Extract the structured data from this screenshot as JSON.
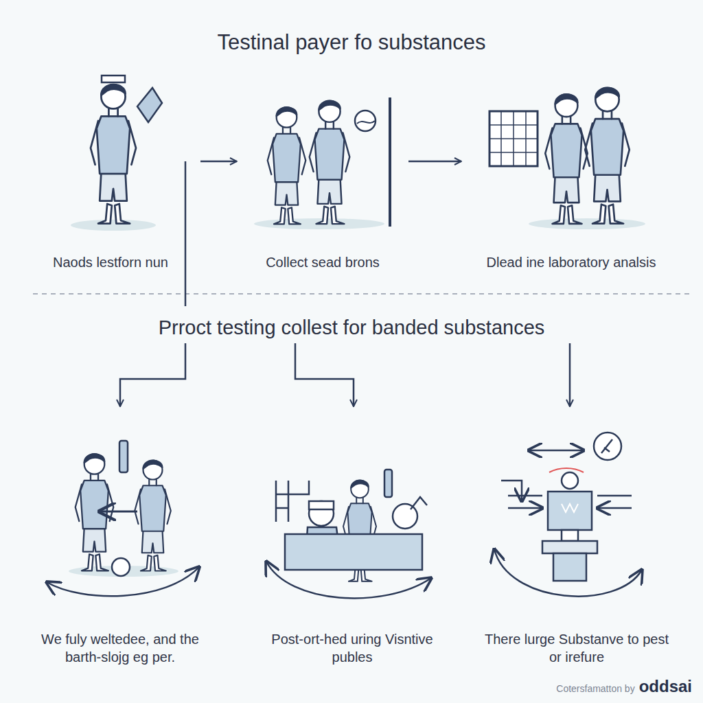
{
  "diagram": {
    "title": "Testinal payer fo substances",
    "nodes": [
      {
        "text": [
          "Naods lestforn nun"
        ]
      },
      {
        "text": [
          "Collect sead brons"
        ]
      },
      {
        "text": [
          "Dlead ine laboratory analsis"
        ]
      },
      {
        "text": [
          "Prroct testing collest for banded substances"
        ]
      },
      {
        "text": [
          "We fuly weltedee, and the barth-slojg eg per."
        ]
      },
      {
        "text": [
          "Post-ort-hed uring Visntive publes"
        ]
      },
      {
        "text": [
          "There lurge Substanve to pest or irefure"
        ]
      }
    ],
    "edges": [
      {
        "from": 0,
        "to": 1,
        "arrow": "to"
      },
      {
        "from": 1,
        "to": 2,
        "arrow": "to"
      },
      {
        "from": 3,
        "to": 4,
        "arrow": "to"
      },
      {
        "from": 3,
        "to": 5,
        "arrow": "to"
      },
      {
        "from": 3,
        "to": 6,
        "arrow": "to"
      }
    ],
    "labels": [
      "Cotersfamatton by",
      "oddsai"
    ]
  }
}
